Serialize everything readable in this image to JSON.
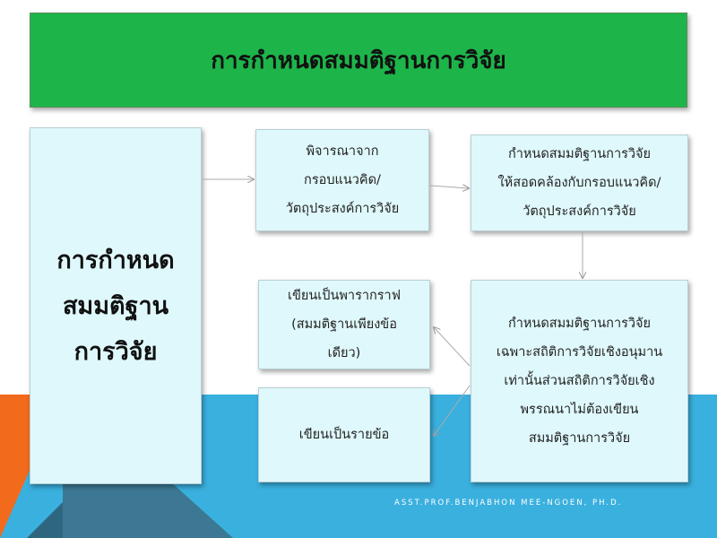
{
  "title": "การกำหนดสมมติฐานการวิจัย",
  "main_box": "การกำหนด\nสมมติฐาน\nการวิจัย",
  "box_consider": "พิจารณาจาก\nกรอบแนวคิด/\nวัตถุประสงค์การวิจัย",
  "box_align": "กำหนดสมมติฐานการวิจัย\nให้สอดคล้องกับกรอบแนวคิด/\nวัตถุประสงค์การวิจัย",
  "box_paragraph": "เขียนเป็นพารากราฟ\n(สมมติฐานเพียงข้อ\nเดียว)",
  "box_items": "เขียนเป็นรายข้อ",
  "box_inferential": "กำหนดสมมติฐานการวิจัย\nเฉพาะสถิติการวิจัยเชิงอนุมาน\nเท่านั้นส่วนสถิติการวิจัยเชิง\nพรรณนาไม่ต้องเขียน\nสมมติฐานการวิจัย",
  "footer": "ASST.PROF.BENJABHON MEE-NGOEN, PH.D."
}
